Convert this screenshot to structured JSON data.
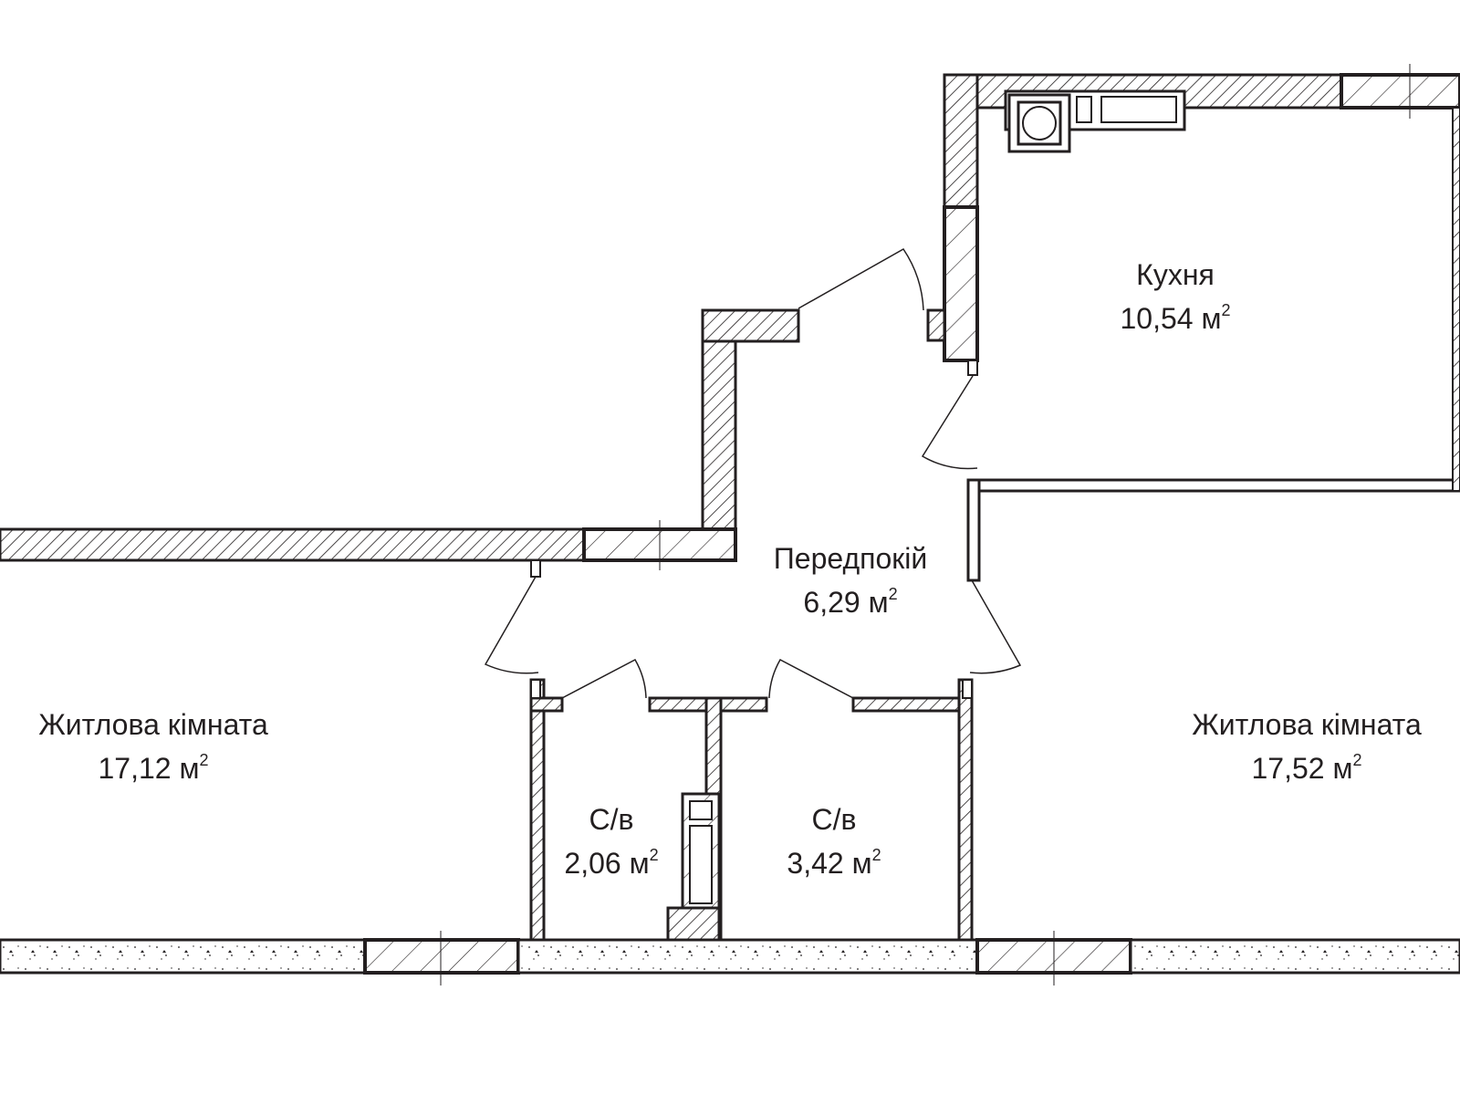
{
  "rooms": [
    {
      "id": "kitchen",
      "name": "Кухня",
      "area": "10,54 м",
      "sup": "2"
    },
    {
      "id": "hallway",
      "name": "Передпокій",
      "area": "6,29 м",
      "sup": "2"
    },
    {
      "id": "living-left",
      "name": "Житлова кімната",
      "area": "17,12 м",
      "sup": "2"
    },
    {
      "id": "living-right",
      "name": "Житлова кімната",
      "area": "17,52 м",
      "sup": "2"
    },
    {
      "id": "bath-small",
      "name": "С/в",
      "area": "2,06 м",
      "sup": "2"
    },
    {
      "id": "bath-large",
      "name": "С/в",
      "area": "3,42 м",
      "sup": "2"
    }
  ],
  "colors": {
    "ink": "#231f20",
    "background": "#ffffff"
  }
}
